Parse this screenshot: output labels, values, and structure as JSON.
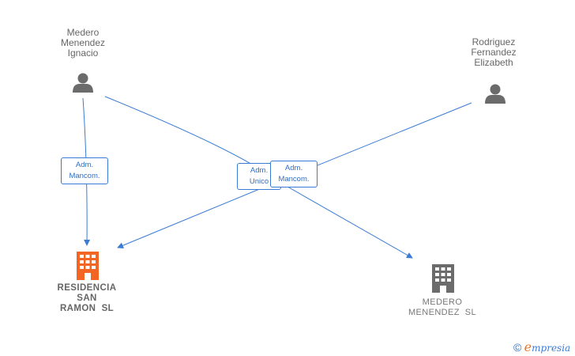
{
  "people": [
    {
      "lines": [
        "Medero",
        "Menendez",
        "Ignacio"
      ],
      "icon": "person-icon"
    },
    {
      "lines": [
        "Rodriguez",
        "Fernandez",
        "Elizabeth"
      ],
      "icon": "person-icon"
    }
  ],
  "companies": [
    {
      "lines": [
        "RESIDENCIA",
        "SAN",
        "RAMON  SL"
      ],
      "icon": "building-icon",
      "color": "#f26522"
    },
    {
      "lines": [
        "MEDERO",
        "MENENDEZ  SL"
      ],
      "icon": "building-icon",
      "color": "#6b6b6b"
    }
  ],
  "relations": [
    {
      "lines": [
        "Adm.",
        "Mancom."
      ]
    },
    {
      "lines": [
        "Adm.",
        "Unico"
      ]
    },
    {
      "lines": [
        "Adm.",
        "Mancom."
      ]
    }
  ],
  "colors": {
    "edge": "#3a7bd5",
    "person": "#6b6b6b"
  },
  "watermark": {
    "symbol": "©",
    "e": "e",
    "rest": "mpresia"
  }
}
